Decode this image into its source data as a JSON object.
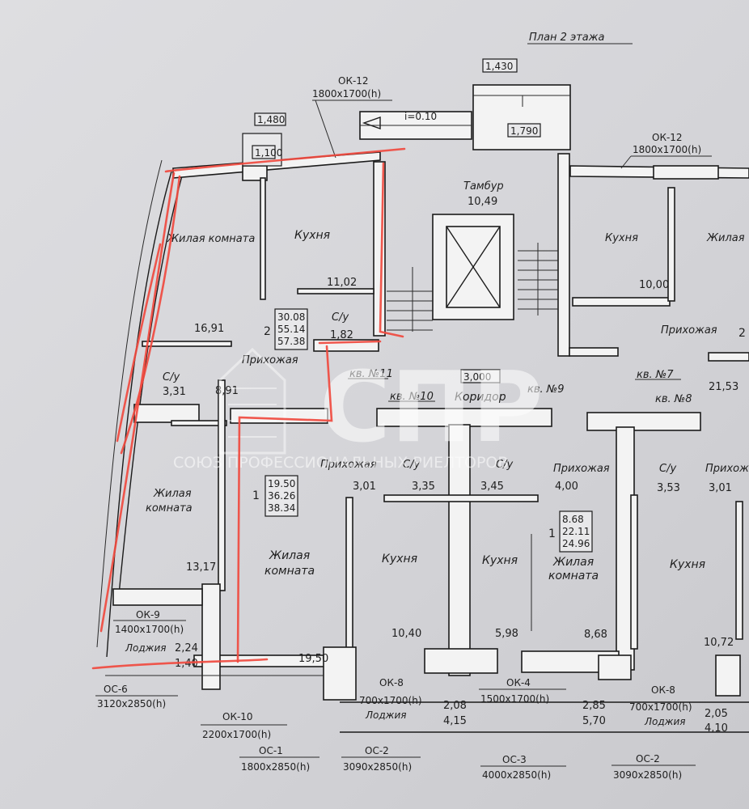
{
  "title": "План 2 этажа",
  "level_marks": [
    "1,430",
    "1,480",
    "1,100",
    "1,790",
    "3,000"
  ],
  "slope": "i=0.10",
  "watermark": {
    "logo": "СПР",
    "text": "СОЮЗ ПРОФЕССИОНАЛЬНЫХ РИЕЛТОРОВ"
  },
  "rooms": {
    "living_room_tl": "Жилая комната",
    "kitchen_tl": "Кухня",
    "vestibule": "Тамбур",
    "vestibule_area": "10,49",
    "kitchen_tr": "Кухня",
    "living_tr": "Жилая",
    "hall_tr": "Прихожая",
    "hall_kv11": "Прихожая",
    "bath_kv11": "С/у",
    "bath_left": "С/у",
    "corridor": "Коридор",
    "hall_kv10": "Прихожая",
    "bath_kv10": "С/у",
    "bath_kv9": "С/у",
    "hall_kv9": "Прихожая",
    "bath_kv8": "С/у",
    "hall_kv8": "Прихожая",
    "living_left": "Жилая",
    "living_left2": "комната",
    "living_kv10": "Жилая",
    "living_kv10_2": "комната",
    "kitchen_kv10": "Кухня",
    "kitchen_kv9": "Кухня",
    "living_kv9": "Жилая",
    "living_kv9_2": "комната",
    "kitchen_kv8": "Кухня",
    "loggia_left": "Лоджия",
    "loggia_mid": "Лоджия",
    "loggia_right": "Лоджия"
  },
  "areas": {
    "kitchen_tl": "11,02",
    "living_tl": "16,91",
    "bath_kv11": "1,82",
    "bath_left": "3,31",
    "hall_kv11": "8,91",
    "kitchen_tr": "10,00",
    "living_tr": "21,53",
    "hall_kv10": "3,01",
    "bath_kv10": "3,35",
    "bath_kv9": "3,45",
    "hall_kv9": "4,00",
    "bath_kv8": "3,53",
    "hall_kv8": "3,01",
    "living_left": "13,17",
    "loggia_left": "2,24",
    "loggia_left_b": "1,40",
    "living_kv10": "19,50",
    "kitchen_kv10": "10,40",
    "kitchen_kv9": "5,98",
    "living_kv9": "8,68",
    "kitchen_kv8": "10,72",
    "loggia_mid_a": "2,08",
    "loggia_mid_b": "4,15",
    "loggia_r1_a": "2,85",
    "loggia_r1_b": "5,70",
    "loggia_r2_a": "2,05",
    "loggia_r2_b": "4,10"
  },
  "apartments": {
    "kv11": "кв. №11",
    "kv10": "кв. №10",
    "kv9": "кв. №9",
    "kv8": "кв. №8",
    "kv7": "кв. №7"
  },
  "summaries": {
    "kv11": {
      "rooms": "2",
      "values": [
        "30.08",
        "55.14",
        "57.38"
      ]
    },
    "kv10": {
      "rooms": "1",
      "values": [
        "19.50",
        "36.26",
        "38.34"
      ]
    },
    "kv9": {
      "rooms": "1",
      "values": [
        "8.68",
        "22.11",
        "24.96"
      ]
    },
    "kv7_rooms": "2"
  },
  "openings": {
    "ok12_a": "ОК-12",
    "ok12_a_size": "1800x1700(h)",
    "ok12_b": "ОК-12",
    "ok12_b_size": "1800x1700(h)",
    "ok9": "ОК-9",
    "ok9_size": "1400x1700(h)",
    "oc6": "ОС-6",
    "oc6_size": "3120x2850(h)",
    "ok10": "ОК-10",
    "ok10_size": "2200x1700(h)",
    "oc1": "ОС-1",
    "oc1_size": "1800x2850(h)",
    "ok8_a": "ОК-8",
    "ok8_a_size": "700x1700(h)",
    "oc2_a": "ОС-2",
    "oc2_a_size": "3090x2850(h)",
    "ok4": "ОК-4",
    "ok4_size": "1500x1700(h)",
    "oc3": "ОС-3",
    "oc3_size": "4000x2850(h)",
    "ok8_b": "ОК-8",
    "ok8_b_size": "700x1700(h)",
    "oc2_b": "ОС-2",
    "oc2_b_size": "3090x2850(h)"
  },
  "colors": {
    "annotation": "#f04a3f",
    "lines": "#1b1b1b",
    "paper": "#d9d9dc"
  }
}
